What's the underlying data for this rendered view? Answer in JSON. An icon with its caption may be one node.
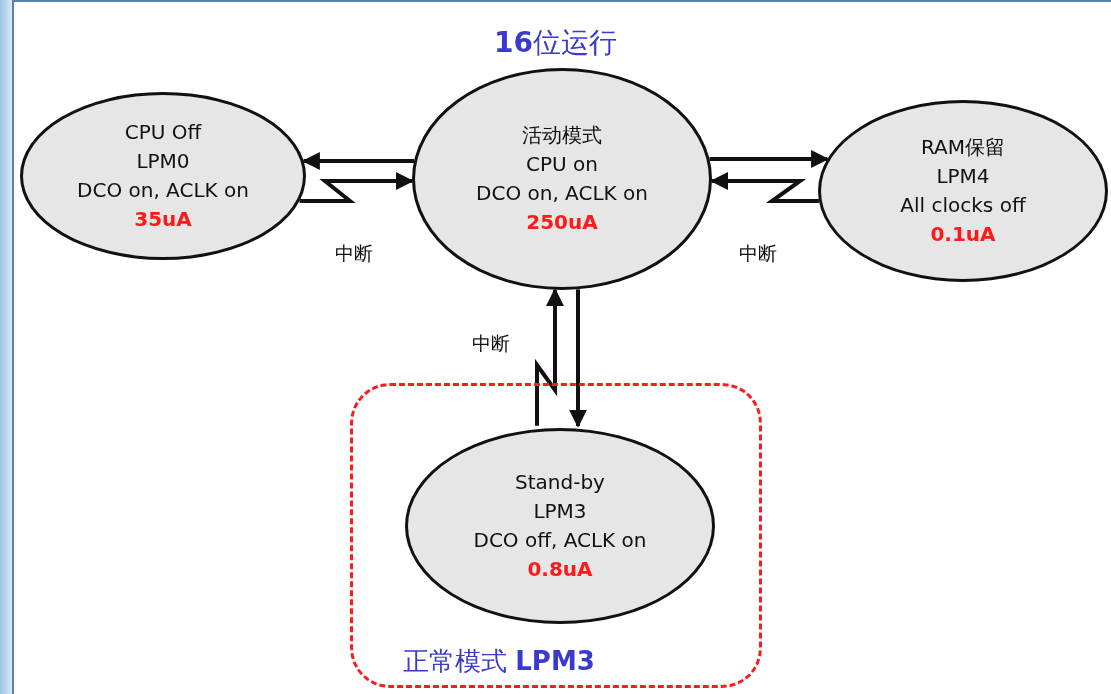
{
  "diagram": {
    "title": "**16**位运行",
    "nodes": [
      {
        "text": [
          "CPU Off",
          "LPM0",
          "DCO on, ACLK on",
          "35uA"
        ]
      },
      {
        "text": [
          "活动模式",
          "CPU on",
          "DCO on, ACLK on",
          "250uA"
        ]
      },
      {
        "text": [
          "RAM保留",
          "LPM4",
          "All clocks off",
          "0.1uA"
        ]
      },
      {
        "text": [
          "正常模式 **LPM3**"
        ]
      },
      {
        "text": [
          "Stand-by",
          "LPM3",
          "DCO off, ACLK on",
          "0.8uA"
        ],
        "in": 3
      }
    ],
    "edges": [
      {
        "from": 1,
        "to": 0,
        "arrow": "to"
      },
      {
        "from": 0,
        "to": 1,
        "arrow": "to",
        "label": "中断"
      },
      {
        "from": 1,
        "to": 2,
        "arrow": "to"
      },
      {
        "from": 2,
        "to": 1,
        "arrow": "to",
        "label": "中断"
      },
      {
        "from": 1,
        "to": 4,
        "arrow": "to"
      },
      {
        "from": 4,
        "to": 1,
        "arrow": "to",
        "label": "中断"
      }
    ]
  }
}
